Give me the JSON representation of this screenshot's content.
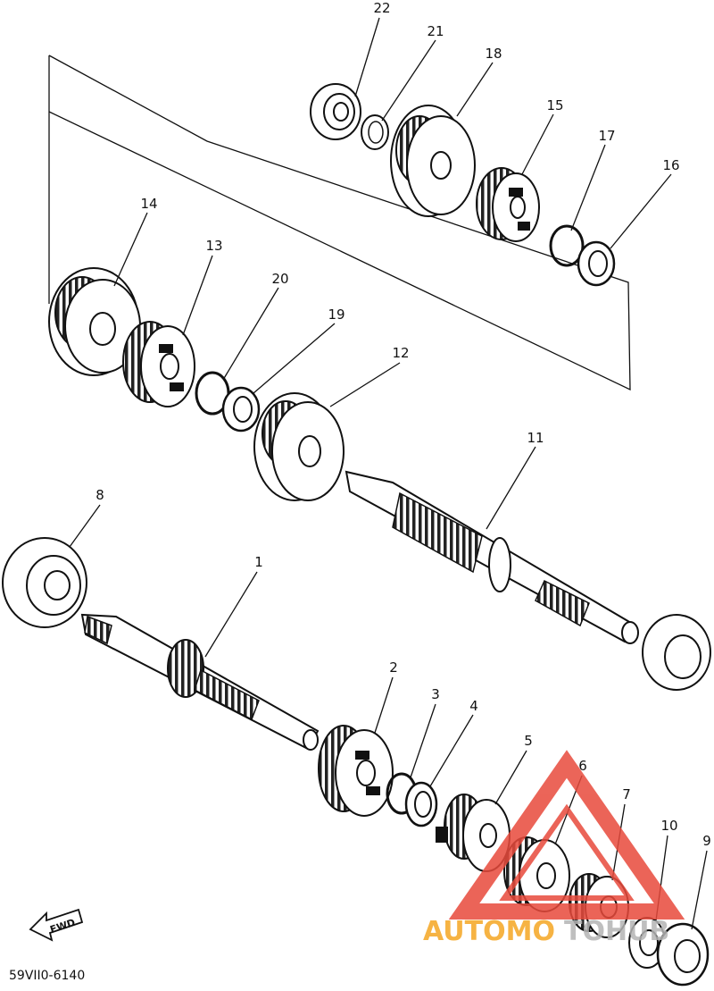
{
  "diagram": {
    "part_labels": [
      "22",
      "21",
      "18",
      "15",
      "17",
      "16",
      "14",
      "13",
      "20",
      "19",
      "12",
      "11",
      "8",
      "1",
      "2",
      "3",
      "4",
      "5",
      "6",
      "7",
      "10",
      "9"
    ],
    "fwd_label": "FWD",
    "drawing_code": "59VII0-6140"
  },
  "watermark": {
    "text_orange": "AUTOMO",
    "text_gray": "TOHUB",
    "colors": {
      "orange": "#f5a623",
      "red": "#e84a3c",
      "gray": "#b5b5b5"
    }
  }
}
